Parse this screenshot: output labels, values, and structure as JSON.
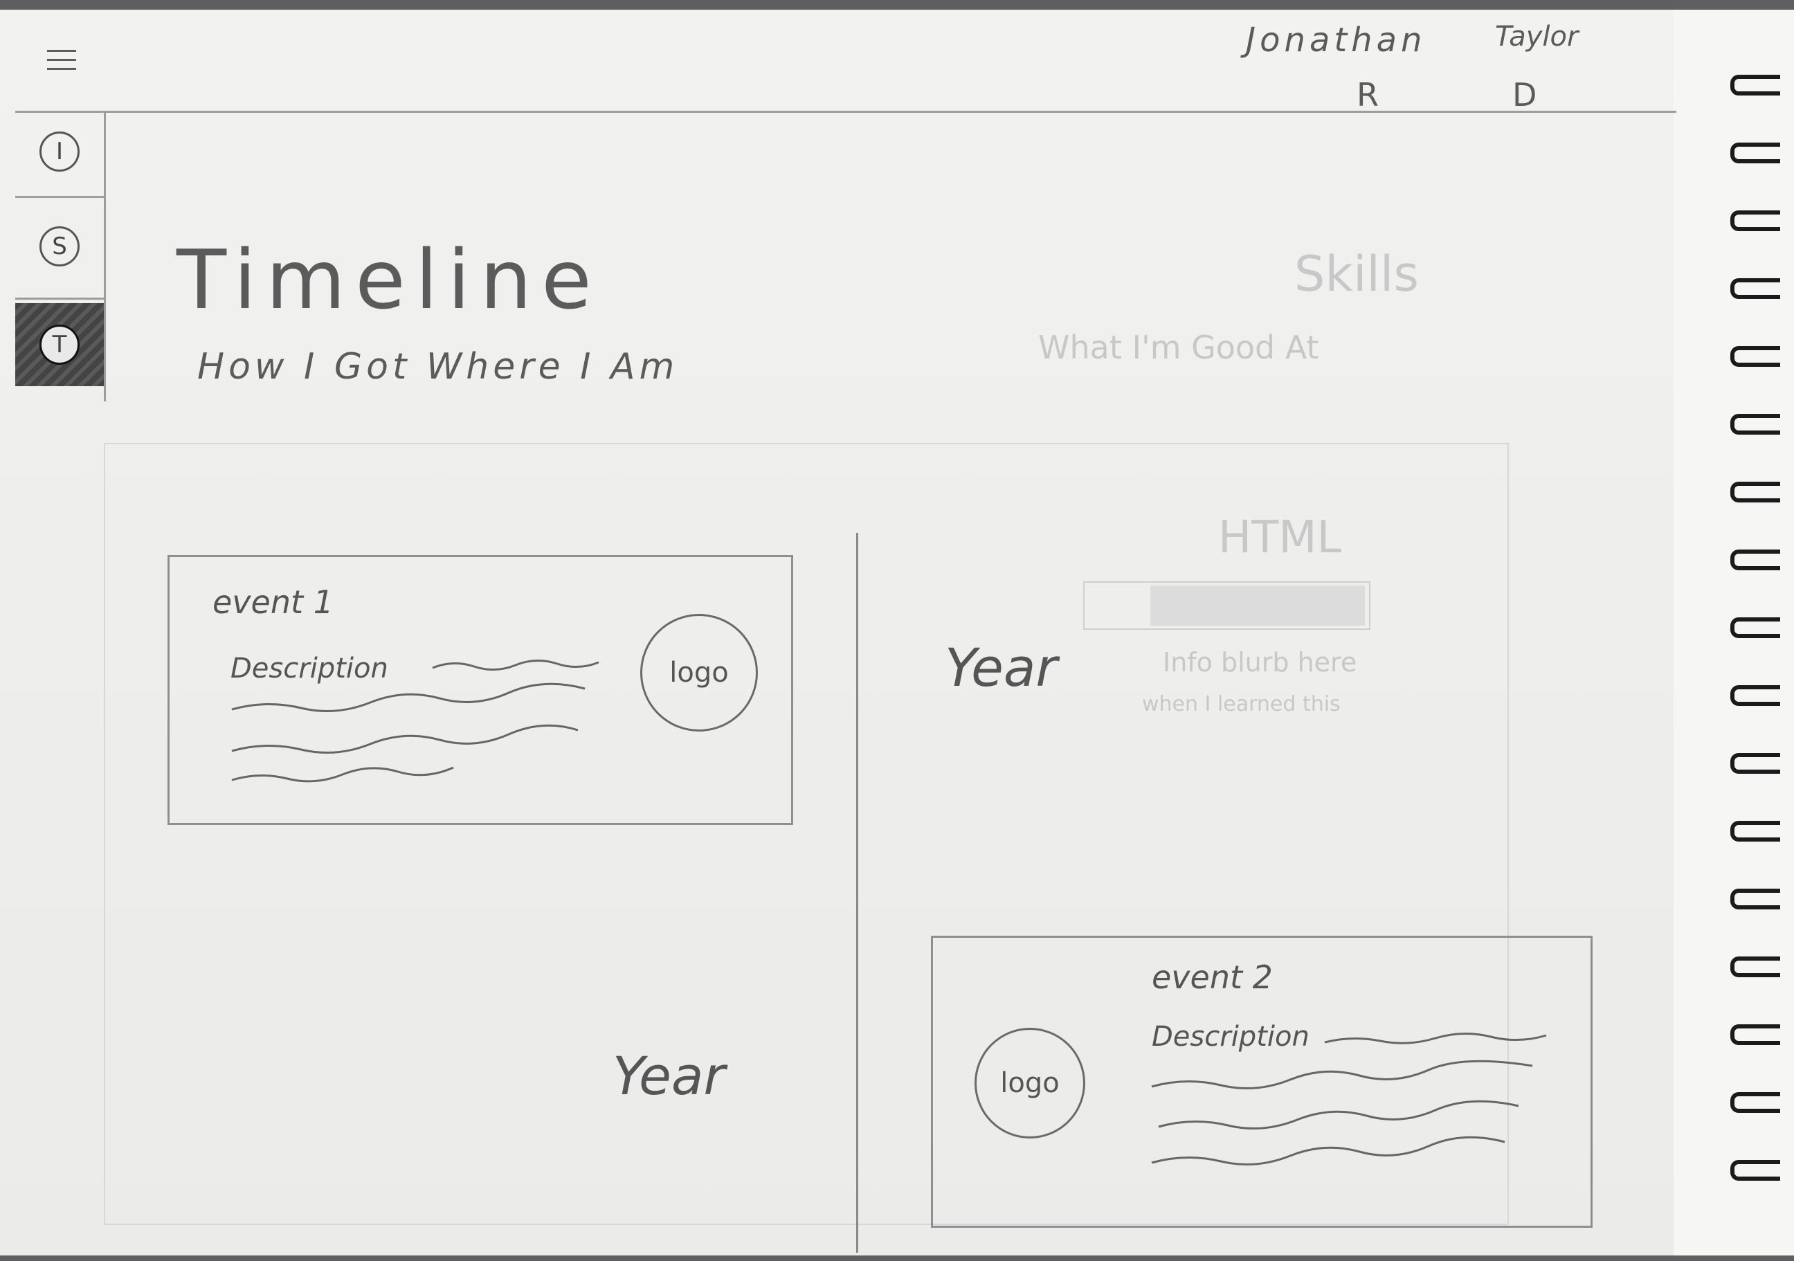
{
  "header": {
    "names": [
      {
        "first": "Jonathan",
        "initial": "R"
      },
      {
        "first": "Taylor",
        "initial": "D"
      }
    ]
  },
  "sidebar": {
    "menu_icon": "hamburger-menu-icon",
    "items": [
      {
        "letter": "I",
        "active": false
      },
      {
        "letter": "S",
        "active": false
      },
      {
        "letter": "T",
        "active": true
      }
    ]
  },
  "main": {
    "title": "Timeline",
    "subtitle": "How I Got Where I Am",
    "events": [
      {
        "title": "event 1",
        "description": "Description",
        "logo": "logo",
        "year": "Year"
      },
      {
        "title": "event 2",
        "description": "Description",
        "logo": "logo",
        "year": "Year"
      }
    ]
  },
  "bleed_through": {
    "title": "Skills",
    "subtitle": "What I'm Good At",
    "card_title": "HTML",
    "card_text_1": "Info blurb here",
    "card_text_2": "when I learned this"
  },
  "colors": {
    "paper": "#eeeeec",
    "pencil": "#5b5b5b",
    "active_nav": "#4a4a4a",
    "binding": "#1b1b1b"
  }
}
